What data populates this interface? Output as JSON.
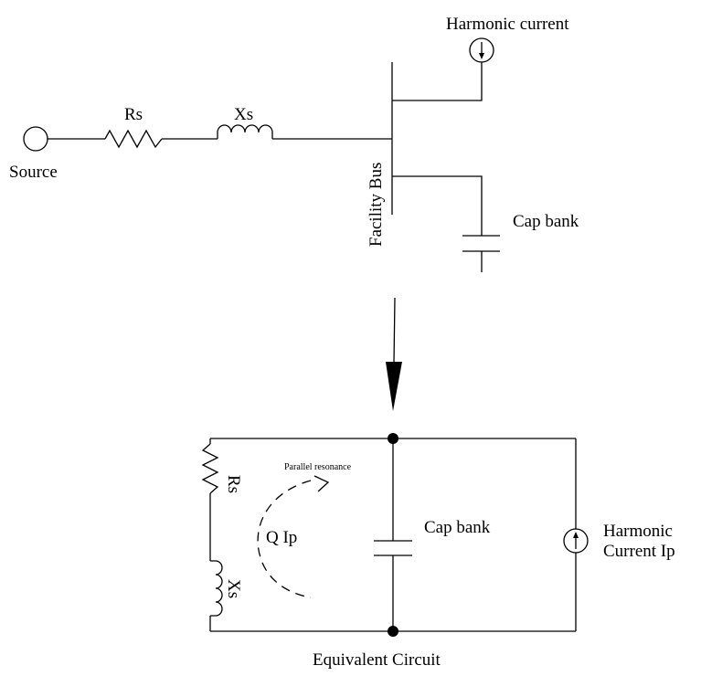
{
  "top_circuit": {
    "source_label": "Source",
    "resistor_label": "Rs",
    "inductor_label": "Xs",
    "bus_label": "Facility Bus",
    "harmonic_label": "Harmonic current",
    "cap_label": "Cap bank"
  },
  "equivalent_circuit": {
    "resistor_label": "Rs",
    "inductor_label": "Xs",
    "resonance_label": "Parallel resonance",
    "q_label": "Q Ip",
    "cap_label": "Cap bank",
    "harmonic_label_line1": "Harmonic",
    "harmonic_label_line2": "Current Ip",
    "title": "Equivalent Circuit"
  },
  "colors": {
    "line": "#000000",
    "background": "#ffffff"
  }
}
